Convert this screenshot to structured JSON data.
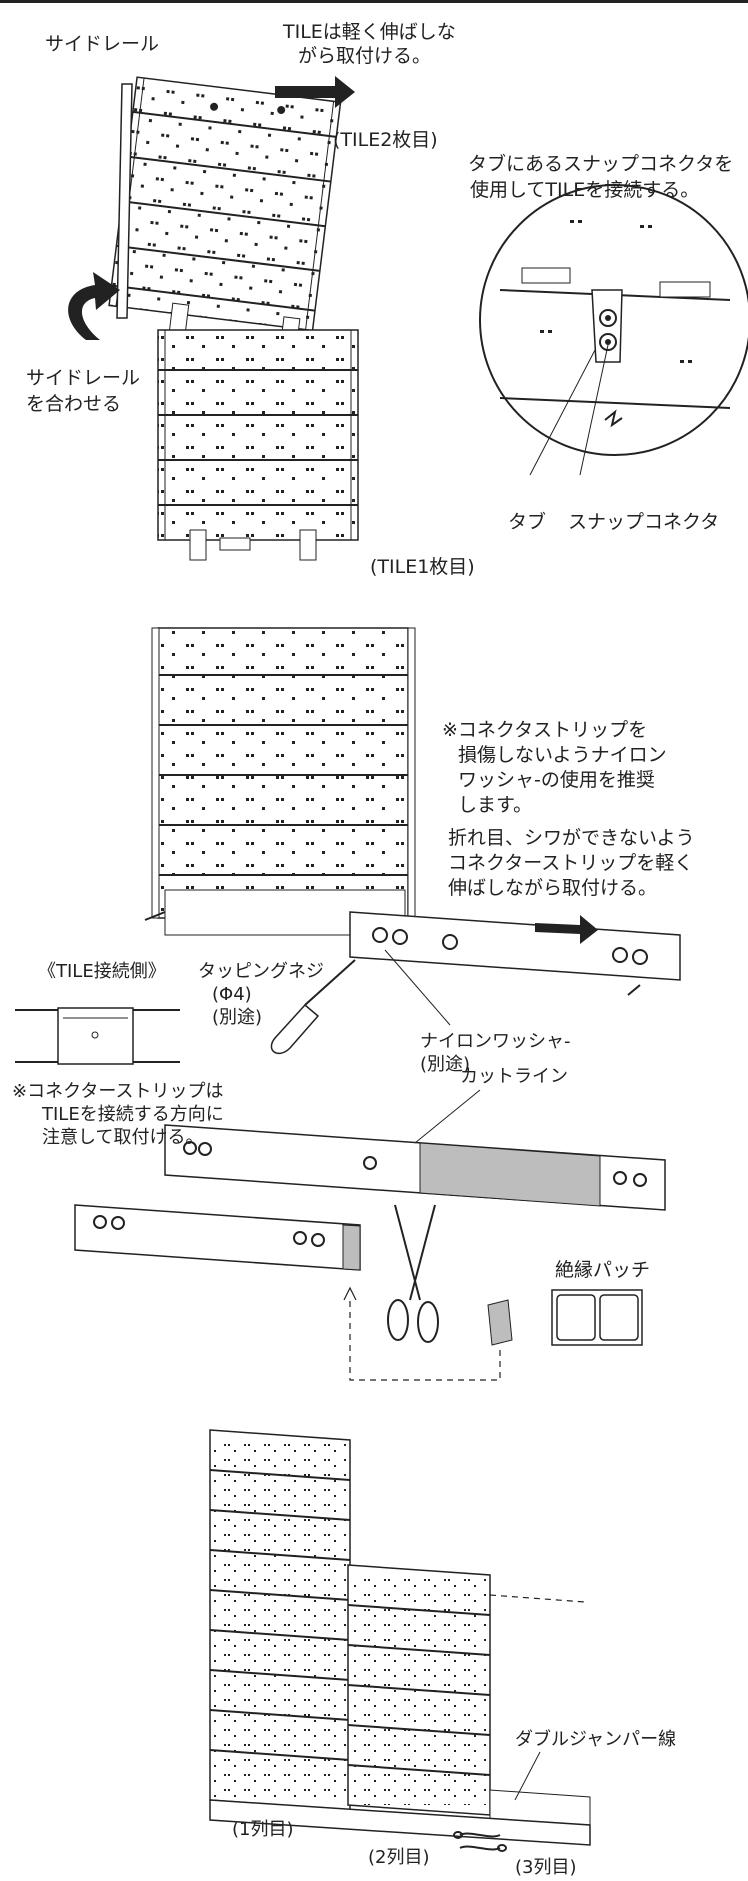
{
  "labels": {
    "side_rail": "サイドレール",
    "stretch_l1": "TILEは軽く伸ばしな",
    "stretch_l2": "がら取付ける。",
    "tile2": "(TILE2枚目)",
    "snap_l1": "タブにあるスナップコネクタを",
    "snap_l2": "使用してTILEを接続する。",
    "match_l1": "サイドレール",
    "match_l2": "を合わせる",
    "tab": "タブ",
    "snap_connector": "スナップコネクタ",
    "tile1": "(TILE1枚目)",
    "nylon_note_l1": "※コネクタストリップを",
    "nylon_note_l2": "損傷しないようナイロン",
    "nylon_note_l3": "ワッシャ-の使用を推奨",
    "nylon_note_l4": "します。",
    "crease_l1": "折れ目、シワができないよう",
    "crease_l2": "コネクターストリップを軽く",
    "crease_l3": "伸ばしながら取付ける。",
    "tile_side": "《TILE接続側》",
    "screw_l1": "タッピングネジ",
    "screw_l2": "(Φ4)",
    "screw_l3": "(別途)",
    "washer_l1": "ナイロンワッシャ-",
    "washer_l2": "(別途)",
    "direction_l1": "※コネクターストリップは",
    "direction_l2": "TILEを接続する方向に",
    "direction_l3": "注意して取付ける。",
    "cut_line": "カットライン",
    "insulation_patch": "絶縁パッチ",
    "double_jumper": "ダブルジャンパー線",
    "col1": "(1列目)",
    "col2": "(2列目)",
    "col3": "(3列目)"
  },
  "colors": {
    "line": "#222222",
    "panel": "#ffffff",
    "shade": "#bdbdbd"
  }
}
